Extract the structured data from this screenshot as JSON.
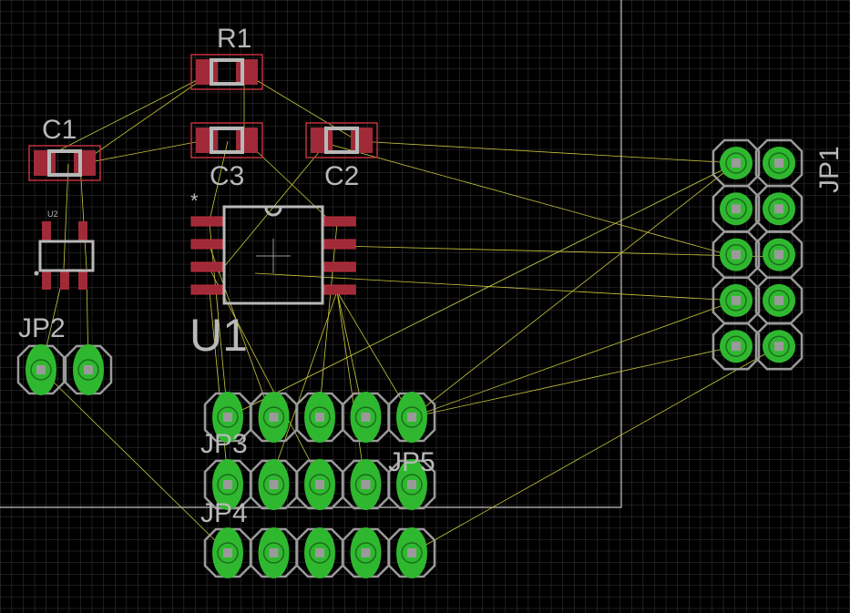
{
  "labels": {
    "R1": "R1",
    "C1": "C1",
    "C2": "C2",
    "C3": "C3",
    "U1": "U1",
    "U2": "U2",
    "pin1_marker": "*",
    "JP1": "JP1",
    "JP2": "JP2",
    "JP3": "JP3",
    "JP4": "JP4",
    "JP5": "JP5"
  },
  "colors": {
    "background": "#000000",
    "grid": "#3a3a3a",
    "smd_pad": "#a02a38",
    "smd_outline": "#c0303c",
    "silkscreen": "#b8b8b8",
    "pad_copper": "#2fb82f",
    "pad_outline": "#9a9a9a",
    "airwire": "#c8c83c",
    "board_outline": "#bfbfbf"
  },
  "icons": {
    "origin_cross": "crosshair-icon"
  }
}
